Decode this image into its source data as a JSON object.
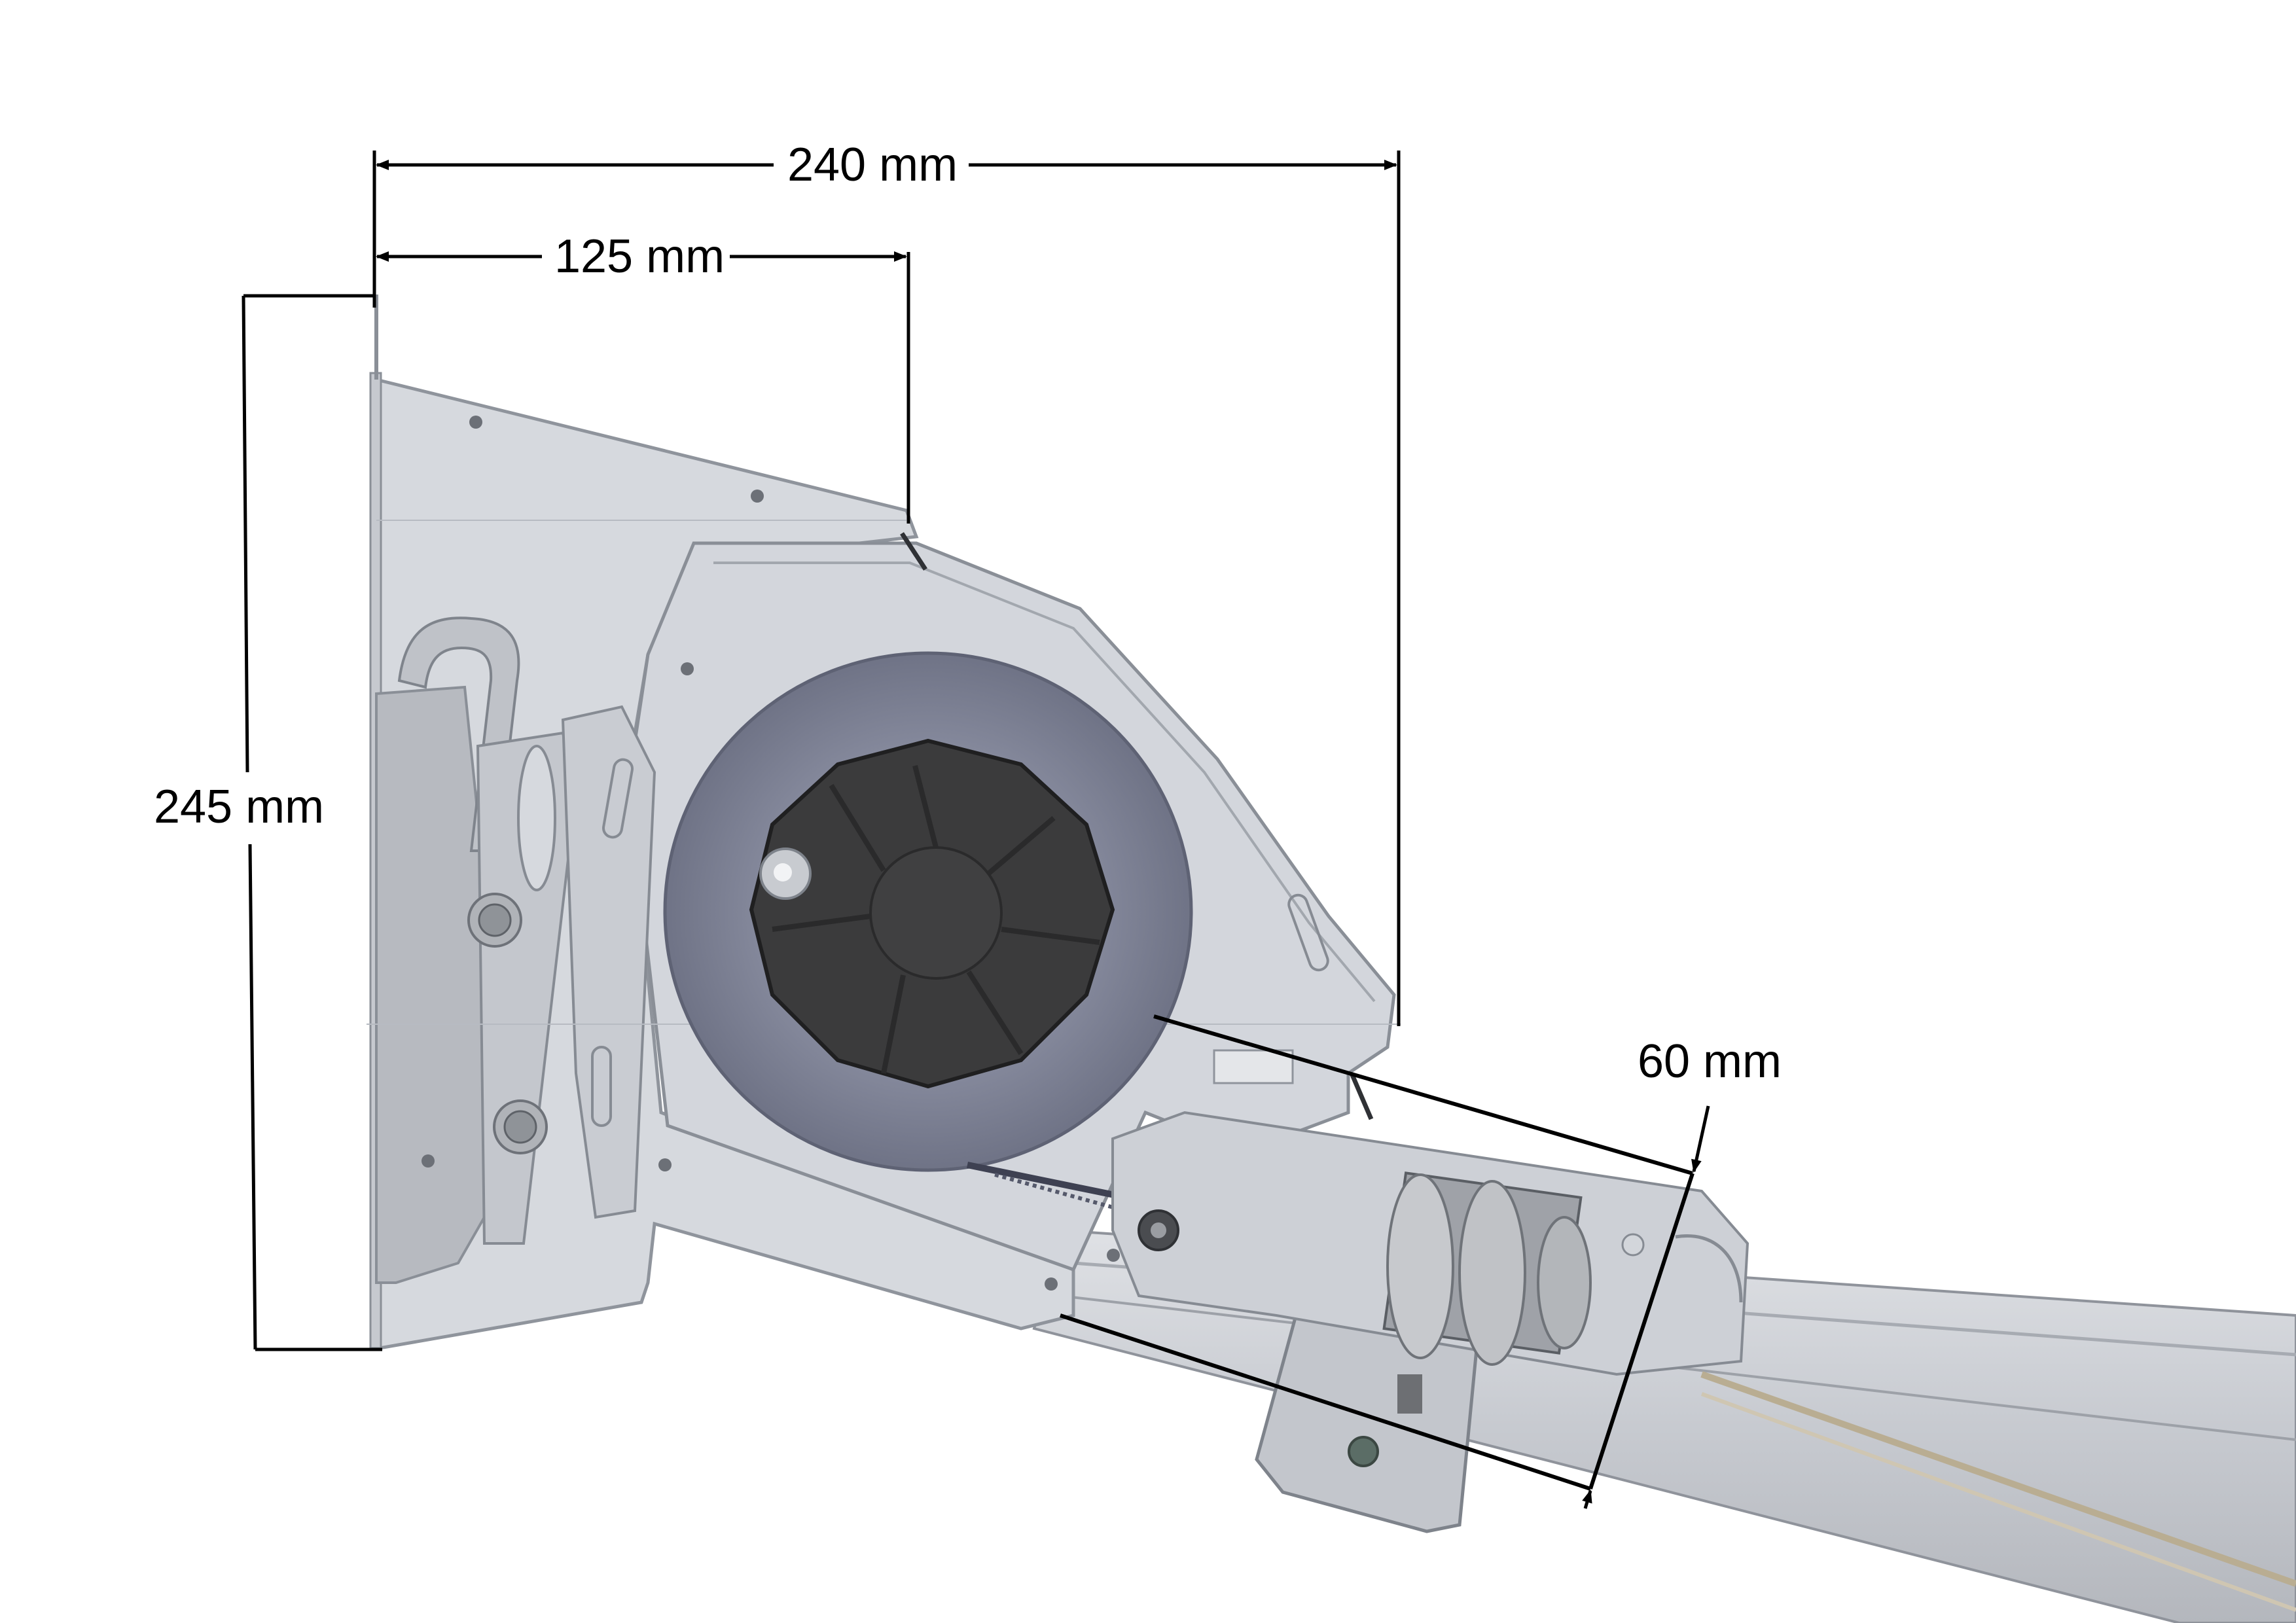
{
  "dimensions": {
    "overall_width": "240 mm",
    "inner_width": "125 mm",
    "height": "245 mm",
    "arm_profile_width": "60 mm"
  },
  "colors": {
    "background": "#ffffff",
    "dimension_line": "#000000",
    "housing": "#d2d6dc",
    "housing_edge": "#9aa0a8",
    "fabric_roll": "#7d8194",
    "roller_core": "#3a3a3a",
    "arm_profile": "#c9ccd2"
  }
}
